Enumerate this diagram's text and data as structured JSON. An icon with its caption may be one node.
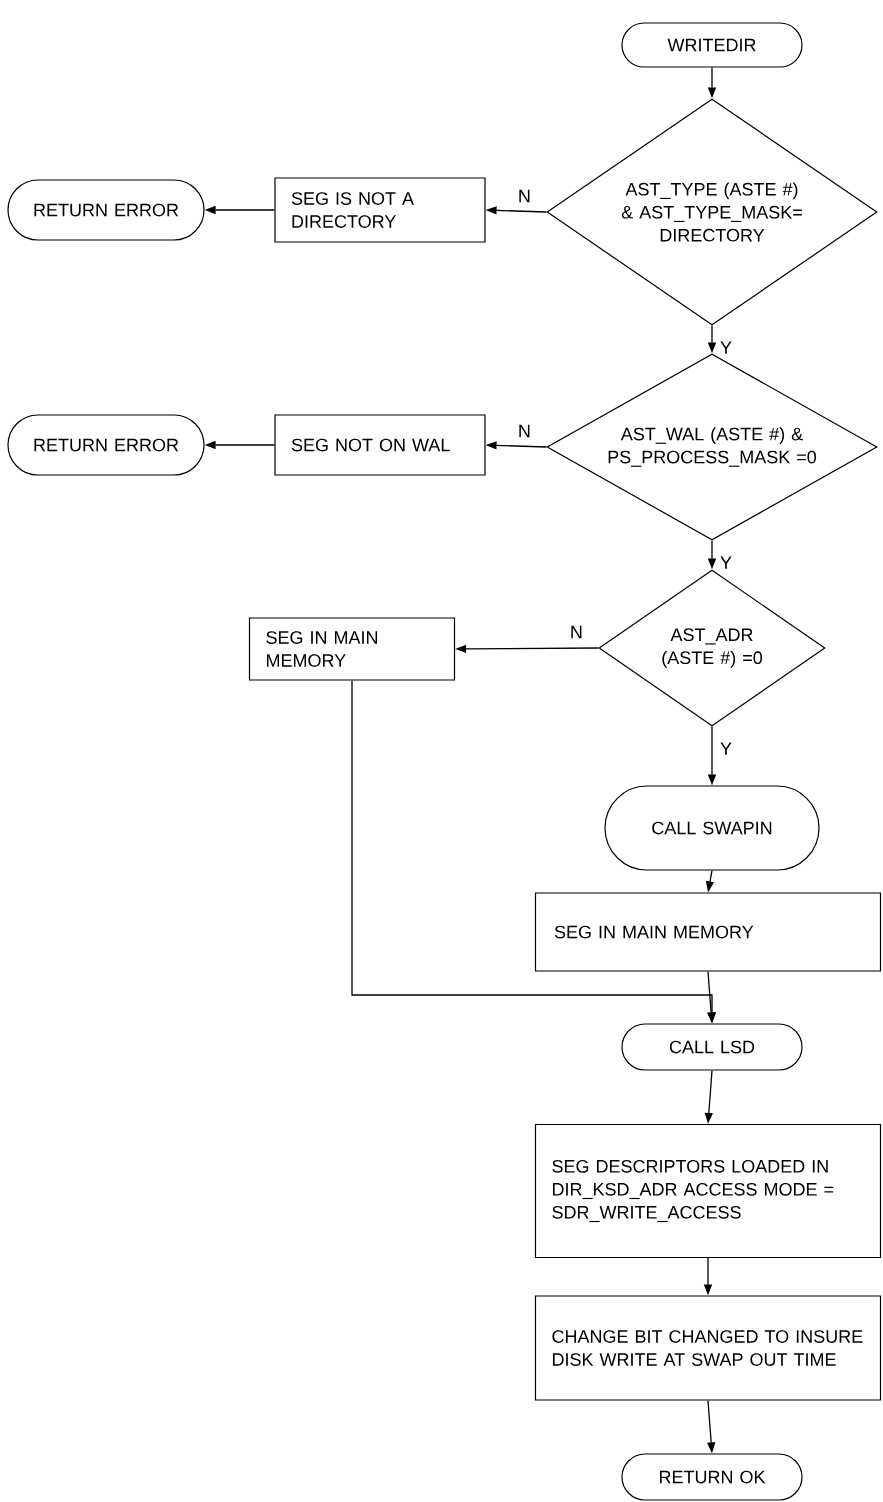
{
  "diagram": {
    "nodes": [
      {
        "text": [
          "WRITEDIR"
        ]
      },
      {
        "text": [
          "AST_TYPE (ASTE #) & AST_TYPE_MASK= DIRECTORY"
        ]
      },
      {
        "text": [
          "SEG IS NOT A DIRECTORY"
        ]
      },
      {
        "text": [
          "RETURN ERROR"
        ]
      },
      {
        "text": [
          "AST_WAL (ASTE #) & PS_PROCESS_MASK =0"
        ]
      },
      {
        "text": [
          "SEG NOT ON WAL"
        ]
      },
      {
        "text": [
          "RETURN ERROR"
        ]
      },
      {
        "text": [
          "AST_ADR (ASTE #) =0"
        ]
      },
      {
        "text": [
          "SEG IN MAIN MEMORY"
        ]
      },
      {
        "text": [
          "CALL SWAPIN"
        ]
      },
      {
        "text": [
          "SEG IN MAIN MEMORY"
        ]
      },
      {
        "text": [
          "CALL LSD"
        ]
      },
      {
        "text": [
          "SEG DESCRIPTORS LOADED IN DIR_KSD_ADR ACCESS MODE = SDR_WRITE_ACCESS"
        ]
      },
      {
        "text": [
          "CHANGE BIT CHANGED TO INSURE DISK WRITE AT SWAP OUT TIME"
        ]
      },
      {
        "text": [
          "RETURN OK"
        ]
      }
    ],
    "edges": [
      {
        "from": 0,
        "to": 1,
        "arrow": "to"
      },
      {
        "from": 1,
        "to": 2,
        "arrow": "to",
        "label": "N"
      },
      {
        "from": 2,
        "to": 3,
        "arrow": "to"
      },
      {
        "from": 1,
        "to": 4,
        "arrow": "to",
        "label": "Y"
      },
      {
        "from": 4,
        "to": 5,
        "arrow": "to",
        "label": "N"
      },
      {
        "from": 5,
        "to": 6,
        "arrow": "to"
      },
      {
        "from": 4,
        "to": 7,
        "arrow": "to",
        "label": "Y"
      },
      {
        "from": 7,
        "to": 8,
        "arrow": "to",
        "label": "N"
      },
      {
        "from": 7,
        "to": 9,
        "arrow": "to",
        "label": "Y"
      },
      {
        "from": 9,
        "to": 10,
        "arrow": "to"
      },
      {
        "from": 10,
        "to": 11,
        "arrow": "to"
      },
      {
        "from": 8,
        "to": 11,
        "arrow": "to"
      },
      {
        "from": 11,
        "to": 12,
        "arrow": "to"
      },
      {
        "from": 12,
        "to": 13,
        "arrow": "to"
      },
      {
        "from": 13,
        "to": 14,
        "arrow": "to"
      }
    ]
  }
}
